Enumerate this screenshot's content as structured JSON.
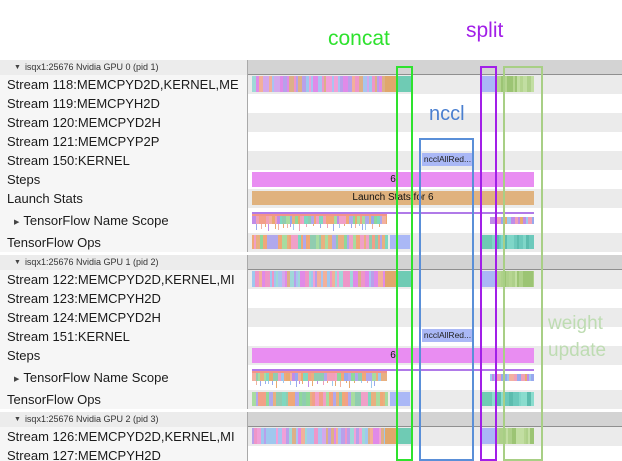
{
  "annotations": {
    "concat": {
      "text": "concat",
      "color": "#2ee22e"
    },
    "split": {
      "text": "split",
      "color": "#a21fe8"
    },
    "nccl": {
      "text": "nccl",
      "color": "#4a7fd0",
      "box_color": "#5a8fd8"
    },
    "weight_update": {
      "line1": "weight",
      "line2": "update",
      "color": "#bedcb2",
      "box_color": "#a8cf85"
    }
  },
  "timeline": {
    "steps_value": "6",
    "launch_stats_text": "Launch Stats for 6",
    "nccl_event_label": "ncclAllRed...",
    "colors": {
      "steps_bar": "#e98df2",
      "launch_bar": "#e0b27e",
      "periwinkle_event": "#aab8f6",
      "teal_event": "#6fcbb4",
      "orange_event": "#e0a76c",
      "namescope_line_violet": "#b07ae8",
      "namescope_line_salmon": "#f2948a",
      "header_band": "#d3d3d3"
    },
    "palettes": {
      "stream_events": [
        "#d3a8ec",
        "#f0a0d8",
        "#f2b09a",
        "#9fc8ee",
        "#e08ae8",
        "#ddb088",
        "#9fd8d8",
        "#b8a0ea",
        "#ee96c8",
        "#a8c4f0"
      ],
      "ops_events": [
        "#8fd89a",
        "#f0a878",
        "#7fd8c0",
        "#f0a0c8",
        "#a8dca0",
        "#f2a088",
        "#e8b080",
        "#90ccb0",
        "#b0a8ec"
      ],
      "weight_update_events": [
        "#aed08a",
        "#c2dea2",
        "#9cc474",
        "#b5d590"
      ],
      "teal_ops_events": [
        "#7fd6c8",
        "#5cbcae",
        "#8adcce",
        "#6cc9bc"
      ],
      "micro_events": [
        "#f0a0b8",
        "#98a8ee",
        "#e8aa70",
        "#c08ce8",
        "#f2b0a0",
        "#9fc8ee"
      ]
    }
  },
  "sections": [
    {
      "header": "isqx1:25676 Nvidia GPU 0 (pid 1)",
      "rows": [
        {
          "label": "Stream 118:MEMCPYD2D,KERNEL,ME",
          "type": "stream"
        },
        {
          "label": "Stream 119:MEMCPYH2D",
          "type": "empty"
        },
        {
          "label": "Stream 120:MEMCPYD2H",
          "type": "empty"
        },
        {
          "label": "Stream 121:MEMCPYP2P",
          "type": "empty"
        },
        {
          "label": "Stream 150:KERNEL",
          "type": "kernel"
        },
        {
          "label": "Steps",
          "type": "steps"
        },
        {
          "label": "Launch Stats",
          "type": "launch"
        },
        {
          "label": "TensorFlow Name Scope",
          "type": "namescope",
          "expandable": true
        },
        {
          "label": "TensorFlow Ops",
          "type": "ops"
        }
      ]
    },
    {
      "header": "isqx1:25676 Nvidia GPU 1 (pid 2)",
      "rows": [
        {
          "label": "Stream 122:MEMCPYD2D,KERNEL,MI",
          "type": "stream"
        },
        {
          "label": "Stream 123:MEMCPYH2D",
          "type": "empty"
        },
        {
          "label": "Stream 124:MEMCPYD2H",
          "type": "empty"
        },
        {
          "label": "Stream 151:KERNEL",
          "type": "kernel"
        },
        {
          "label": "Steps",
          "type": "steps"
        },
        {
          "label": "TensorFlow Name Scope",
          "type": "namescope",
          "expandable": true
        },
        {
          "label": "TensorFlow Ops",
          "type": "ops"
        }
      ]
    },
    {
      "header": "isqx1:25676 Nvidia GPU 2 (pid 3)",
      "rows": [
        {
          "label": "Stream 126:MEMCPYD2D,KERNEL,MI",
          "type": "stream"
        },
        {
          "label": "Stream 127:MEMCPYH2D",
          "type": "empty"
        }
      ]
    }
  ]
}
